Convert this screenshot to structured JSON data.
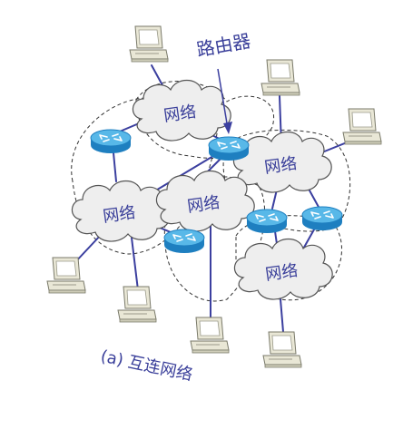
{
  "diagram": {
    "router_label": "路由器",
    "caption": "(a) 互连网络",
    "network_labels": [
      "网络",
      "网络",
      "网络",
      "网络",
      "网络"
    ],
    "colors": {
      "link": "#3b3f9f",
      "cloud_fill": "#eeeeee",
      "cloud_stroke": "#555555",
      "router_top": "#58b8e8",
      "router_body": "#1e7fc0",
      "text": "#3a3f9a",
      "computer_body": "#e9e7d6",
      "computer_screen": "#ffffff",
      "computer_stroke": "#7a7a6a"
    },
    "icons": [
      "router-icon",
      "computer-icon",
      "cloud-network-icon"
    ]
  }
}
